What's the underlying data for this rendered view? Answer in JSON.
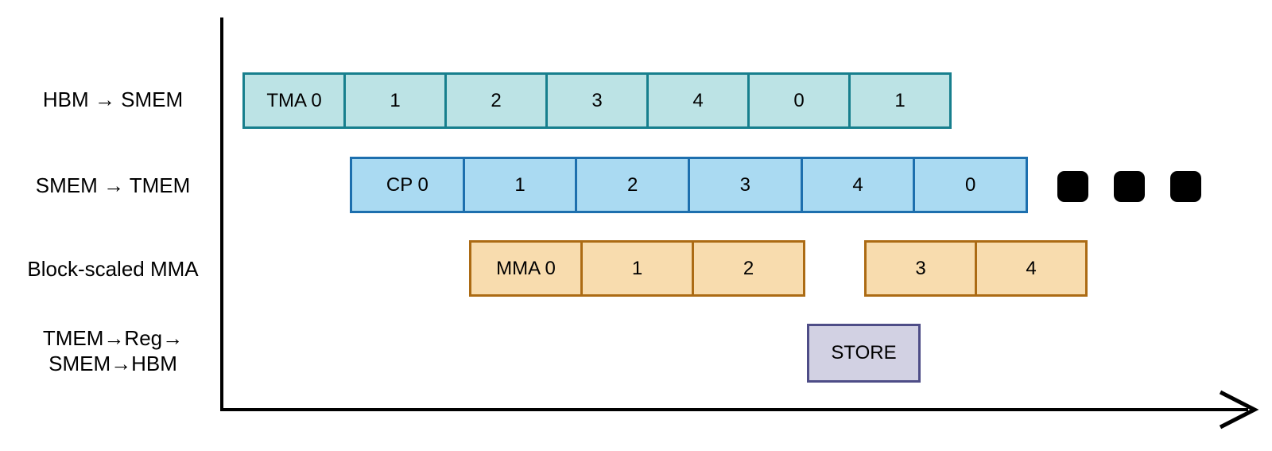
{
  "rows": [
    {
      "id": "hbm-smem",
      "label": "HBM → SMEM"
    },
    {
      "id": "smem-tmem",
      "label": "SMEM → TMEM"
    },
    {
      "id": "block-scaled-mma",
      "label": "Block-scaled MMA"
    },
    {
      "id": "tmem-reg-smem-hbm",
      "label_line1": "TMEM→Reg→",
      "label_line2": "SMEM→HBM"
    }
  ],
  "bars": {
    "tma": {
      "cells": [
        "TMA 0",
        "1",
        "2",
        "3",
        "4",
        "0",
        "1"
      ],
      "fill": "#bce3e5",
      "border": "#177f8d"
    },
    "cp": {
      "cells": [
        "CP 0",
        "1",
        "2",
        "3",
        "4",
        "0"
      ],
      "fill": "#aadaf2",
      "border": "#1d6fae"
    },
    "mma": {
      "group1": [
        "MMA 0",
        "1",
        "2"
      ],
      "group2": [
        "3",
        "4"
      ],
      "fill": "#f8dcae",
      "border": "#ac6b14"
    },
    "store": {
      "label": "STORE",
      "fill": "#d2d1e3",
      "border": "#4e4d87"
    }
  },
  "ellipsis": {
    "count": 3,
    "color": "#000000"
  },
  "axis": {
    "color": "#000000"
  }
}
